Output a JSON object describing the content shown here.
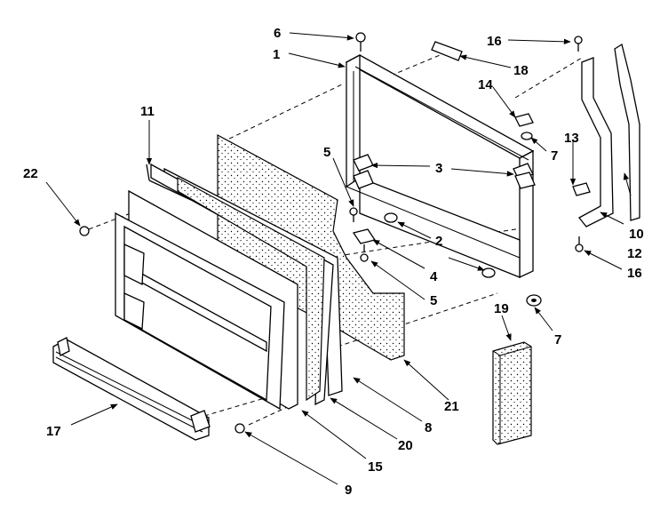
{
  "callouts": [
    {
      "id": "1",
      "text": "1"
    },
    {
      "id": "2",
      "text": "2"
    },
    {
      "id": "3",
      "text": "3"
    },
    {
      "id": "4",
      "text": "4"
    },
    {
      "id": "5a",
      "text": "5"
    },
    {
      "id": "5b",
      "text": "5"
    },
    {
      "id": "6",
      "text": "6"
    },
    {
      "id": "7a",
      "text": "7"
    },
    {
      "id": "7b",
      "text": "7"
    },
    {
      "id": "8",
      "text": "8"
    },
    {
      "id": "9",
      "text": "9"
    },
    {
      "id": "10",
      "text": "10"
    },
    {
      "id": "11",
      "text": "11"
    },
    {
      "id": "12",
      "text": "12"
    },
    {
      "id": "13",
      "text": "13"
    },
    {
      "id": "14",
      "text": "14"
    },
    {
      "id": "15",
      "text": "15"
    },
    {
      "id": "16a",
      "text": "16"
    },
    {
      "id": "16b",
      "text": "16"
    },
    {
      "id": "17",
      "text": "17"
    },
    {
      "id": "18",
      "text": "18"
    },
    {
      "id": "19",
      "text": "19"
    },
    {
      "id": "20",
      "text": "20"
    },
    {
      "id": "21",
      "text": "21"
    },
    {
      "id": "22",
      "text": "22"
    }
  ]
}
